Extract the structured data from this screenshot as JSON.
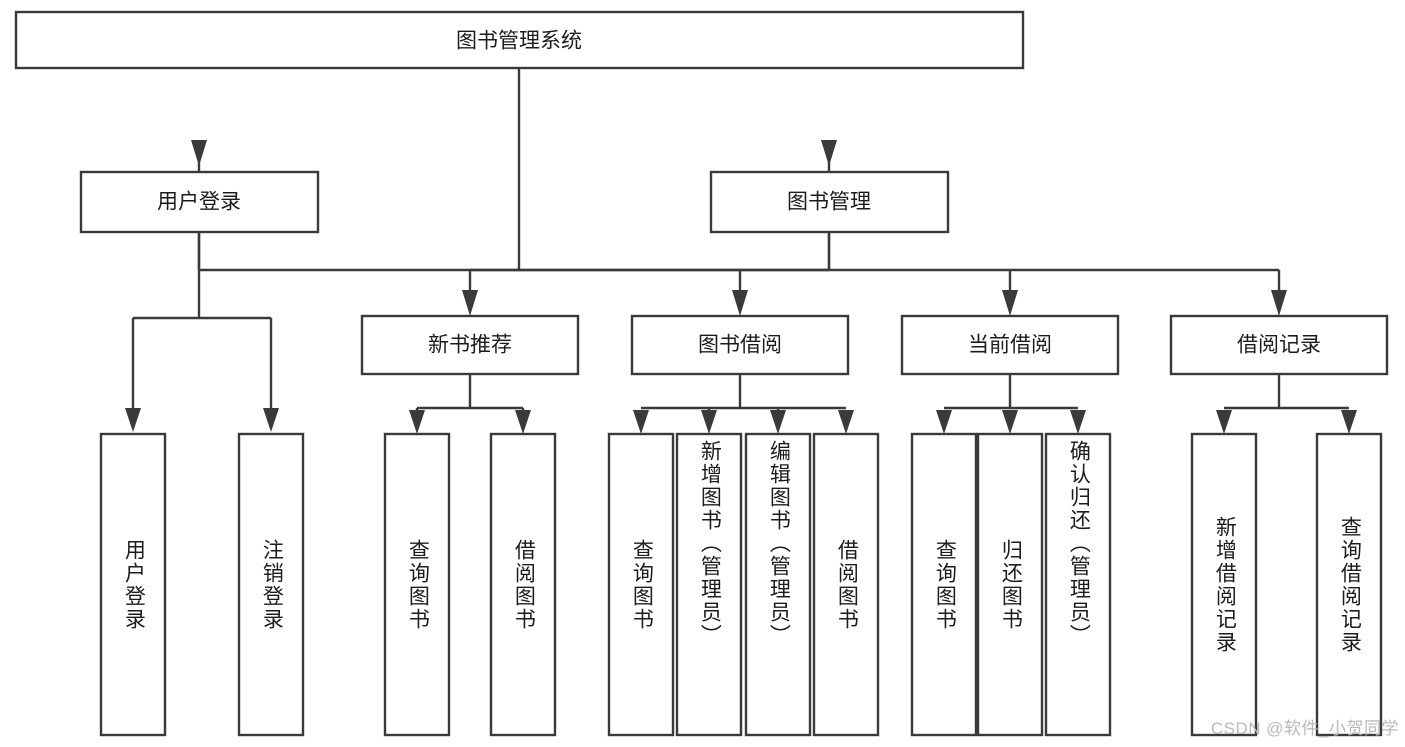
{
  "diagram": {
    "type": "tree",
    "title": "图书管理系统",
    "root": {
      "label": "图书管理系统"
    },
    "level2": [
      {
        "label": "用户登录"
      },
      {
        "label": "图书管理"
      }
    ],
    "level3": [
      {
        "label": "新书推荐"
      },
      {
        "label": "图书借阅"
      },
      {
        "label": "当前借阅"
      },
      {
        "label": "借阅记录"
      }
    ],
    "leaves": {
      "user_login": [
        {
          "label": "用户登录"
        },
        {
          "label": "注销登录"
        }
      ],
      "new_book_recommend": [
        {
          "label": "查询图书"
        },
        {
          "label": "借阅图书"
        }
      ],
      "book_borrow": [
        {
          "label": "查询图书"
        },
        {
          "label": "新增图书（管理员）"
        },
        {
          "label": "编辑图书（管理员）"
        },
        {
          "label": "借阅图书"
        }
      ],
      "current_borrow": [
        {
          "label": "查询图书"
        },
        {
          "label": "归还图书"
        },
        {
          "label": "确认归还（管理员）"
        }
      ],
      "borrow_record": [
        {
          "label": "新增借阅记录"
        },
        {
          "label": "查询借阅记录"
        }
      ]
    }
  },
  "watermark": {
    "text": "CSDN @软件_小贺同学"
  },
  "colors": {
    "stroke": "#3a3a3a",
    "box_fill": "#ffffff",
    "text": "#1c1c1c",
    "watermark": "#b9b9b9",
    "background": "#ffffff"
  }
}
